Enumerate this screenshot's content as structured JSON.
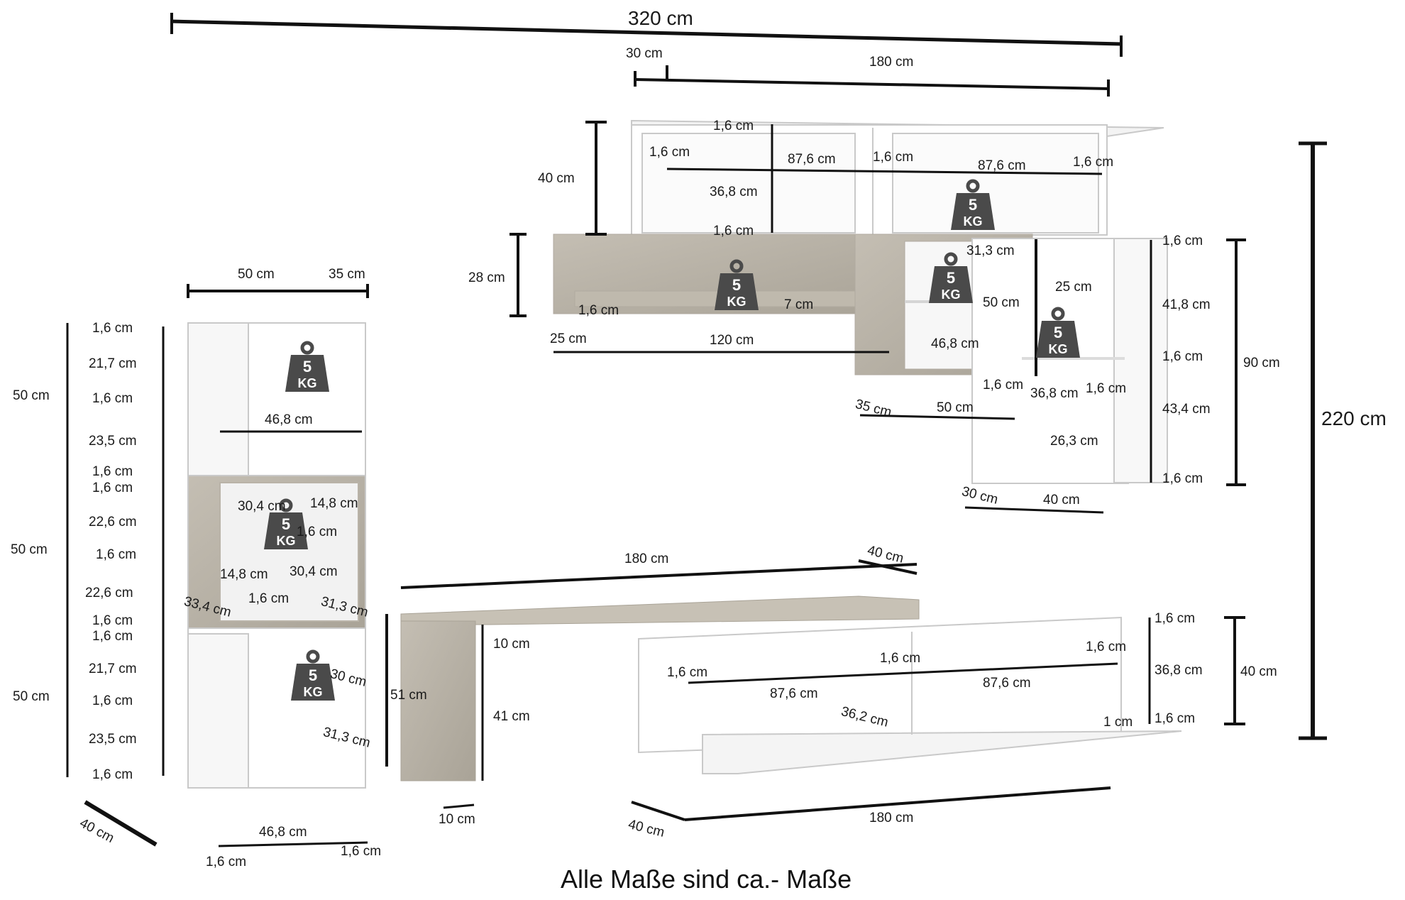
{
  "footer": "Alle Maße sind ca.- Maße",
  "weight_badge": {
    "line1": "5",
    "line2": "KG"
  },
  "overall": {
    "width": "320 cm",
    "height": "220 cm"
  },
  "top_shelf": {
    "w30": "30 cm",
    "w180": "180 cm",
    "h40": "40 cm",
    "t1": "1,6 cm",
    "t2": "1,6 cm",
    "t3": "1,6 cm",
    "t4": "1,6 cm",
    "t5": "1,6 cm",
    "inner1": "87,6 cm",
    "inner2": "87,6 cm",
    "inner_h": "36,8 cm"
  },
  "wall_board": {
    "h28": "28 cm",
    "t": "1,6 cm",
    "h7": "7 cm",
    "w25": "25 cm",
    "w120": "120 cm"
  },
  "wall_cube": {
    "w313": "31,3 cm",
    "h50": "50 cm",
    "w468": "46,8 cm",
    "w35": "35 cm",
    "w50": "50 cm",
    "w25": "25 cm"
  },
  "tall_wall_cab": {
    "t_top": "1,6 cm",
    "h418": "41,8 cm",
    "t_mid": "1,6 cm",
    "h434": "43,4 cm",
    "t_bot": "1,6 cm",
    "h90": "90 cm",
    "tl": "1,6 cm",
    "w368": "36,8 cm",
    "tr": "1,6 cm",
    "w263": "26,3 cm",
    "w30": "30 cm",
    "w40": "40 cm"
  },
  "bench": {
    "w180": "180 cm",
    "w40": "40 cm",
    "h51": "51 cm",
    "h10": "10 cm",
    "h41": "41 cm",
    "w10": "10 cm"
  },
  "lowboard": {
    "t1": "1,6 cm",
    "t2": "1,6 cm",
    "t3": "1,6 cm",
    "w876a": "87,6 cm",
    "w876b": "87,6 cm",
    "w362": "36,2 cm",
    "h1": "1,6 cm",
    "h368": "36,8 cm",
    "h1cm": "1 cm",
    "h2": "1,6 cm",
    "h40": "40 cm",
    "w180": "180 cm",
    "d40": "40 cm"
  },
  "tower": {
    "w50": "50  cm",
    "w35": "35  cm",
    "r1": "1,6 cm",
    "r2": "21,7 cm",
    "r3": "1,6 cm",
    "r4": "23,5 cm",
    "r5": "1,6 cm",
    "r6": "1,6 cm",
    "r7": "22,6 cm",
    "r8": "1,6 cm",
    "r9": "22,6 cm",
    "r10": "1,6 cm",
    "r11": "1,6 cm",
    "r12": "21,7 cm",
    "r13": "1,6 cm",
    "r14": "23,5 cm",
    "r15": "1,6 cm",
    "m1": "50 cm",
    "m2": "50 cm",
    "m3": "50 cm",
    "inner468": "46,8 cm",
    "w304a": "30,4 cm",
    "w148a": "14,8 cm",
    "t16": "1,6 cm",
    "w148b": "14,8 cm",
    "w304b": "30,4 cm",
    "t16b": "1,6 cm",
    "w334": "33,4 cm",
    "w313a": "31,3 cm",
    "w30": "30 cm",
    "w313b": "31,3 cm",
    "depth40": "40 cm",
    "bot468": "46,8 cm",
    "bl": "1,6 cm",
    "br": "1,6 cm"
  },
  "colors": {
    "ink": "#111111",
    "wood": "#b9b3a8",
    "white": "#ffffff",
    "edge": "#c9c9c9",
    "badge": "#4a4a4a"
  }
}
